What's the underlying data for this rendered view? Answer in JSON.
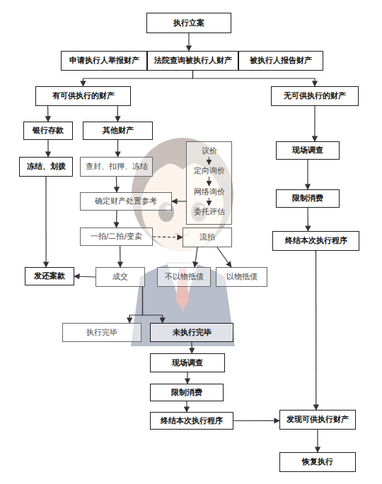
{
  "diagram": {
    "nodes": [
      {
        "text": [
          "执行立案"
        ]
      },
      {
        "text": [
          "申请执行人举报财产"
        ]
      },
      {
        "text": [
          "法院查询被执行人财产"
        ]
      },
      {
        "text": [
          "被执行人报告财产"
        ]
      },
      {
        "text": [
          "有可供执行的财产"
        ]
      },
      {
        "text": [
          "无可供执行的财产"
        ]
      },
      {
        "text": [
          "银行存款"
        ]
      },
      {
        "text": [
          "其他财产"
        ]
      },
      {
        "text": [
          "冻结、划拨"
        ]
      },
      {
        "text": [
          "查封、扣押、冻结"
        ]
      },
      {
        "text": [
          "议价",
          "定向询价",
          "网络询价",
          "委托评估"
        ]
      },
      {
        "text": [
          "现场调查"
        ]
      },
      {
        "text": [
          "确定财产处置参考"
        ]
      },
      {
        "text": [
          "限制消费"
        ]
      },
      {
        "text": [
          "一拍/二拍/变卖"
        ]
      },
      {
        "text": [
          "流拍"
        ]
      },
      {
        "text": [
          "终结本次执行程序"
        ]
      },
      {
        "text": [
          "发还案款"
        ]
      },
      {
        "text": [
          "成交"
        ]
      },
      {
        "text": [
          "不以物抵债"
        ]
      },
      {
        "text": [
          "以物抵债"
        ]
      },
      {
        "text": [
          "执行完毕"
        ]
      },
      {
        "text": [
          "未执行完毕"
        ]
      },
      {
        "text": [
          "现场调查"
        ]
      },
      {
        "text": [
          "限制消费"
        ]
      },
      {
        "text": [
          "终结本次执行程序"
        ]
      },
      {
        "text": [
          "发现可供执行财产"
        ]
      },
      {
        "text": [
          "恢复执行"
        ]
      }
    ],
    "edges": [
      {
        "from": 0,
        "to": 2,
        "arrow": "to"
      },
      {
        "from": 2,
        "to": 4,
        "arrow": "to"
      },
      {
        "from": 2,
        "to": 5,
        "arrow": "to"
      },
      {
        "from": 4,
        "to": 6,
        "arrow": "to"
      },
      {
        "from": 4,
        "to": 7,
        "arrow": "to"
      },
      {
        "from": 6,
        "to": 8,
        "arrow": "to"
      },
      {
        "from": 7,
        "to": 9,
        "arrow": "to"
      },
      {
        "from": 8,
        "to": 17,
        "arrow": "to"
      },
      {
        "from": 9,
        "to": 12,
        "arrow": "to"
      },
      {
        "from": 10,
        "to": 12,
        "arrow": "to"
      },
      {
        "from": 12,
        "to": 14,
        "arrow": "to"
      },
      {
        "from": 14,
        "to": 15,
        "arrow": "to"
      },
      {
        "from": 14,
        "to": 18,
        "arrow": "to"
      },
      {
        "from": 18,
        "to": 17,
        "arrow": "to"
      },
      {
        "from": 15,
        "to": 19,
        "arrow": "to"
      },
      {
        "from": 15,
        "to": 20,
        "arrow": "to"
      },
      {
        "from": 18,
        "to": 21,
        "arrow": "to"
      },
      {
        "from": 18,
        "to": 22,
        "arrow": "to"
      },
      {
        "from": 22,
        "to": 23,
        "arrow": "to"
      },
      {
        "from": 23,
        "to": 24,
        "arrow": "to"
      },
      {
        "from": 24,
        "to": 25,
        "arrow": "to"
      },
      {
        "from": 25,
        "to": 26,
        "arrow": "to"
      },
      {
        "from": 5,
        "to": 11,
        "arrow": "to"
      },
      {
        "from": 11,
        "to": 13,
        "arrow": "to"
      },
      {
        "from": 13,
        "to": 16,
        "arrow": "to"
      },
      {
        "from": 16,
        "to": 26,
        "arrow": "to"
      },
      {
        "from": 26,
        "to": 27,
        "arrow": "to"
      }
    ]
  }
}
